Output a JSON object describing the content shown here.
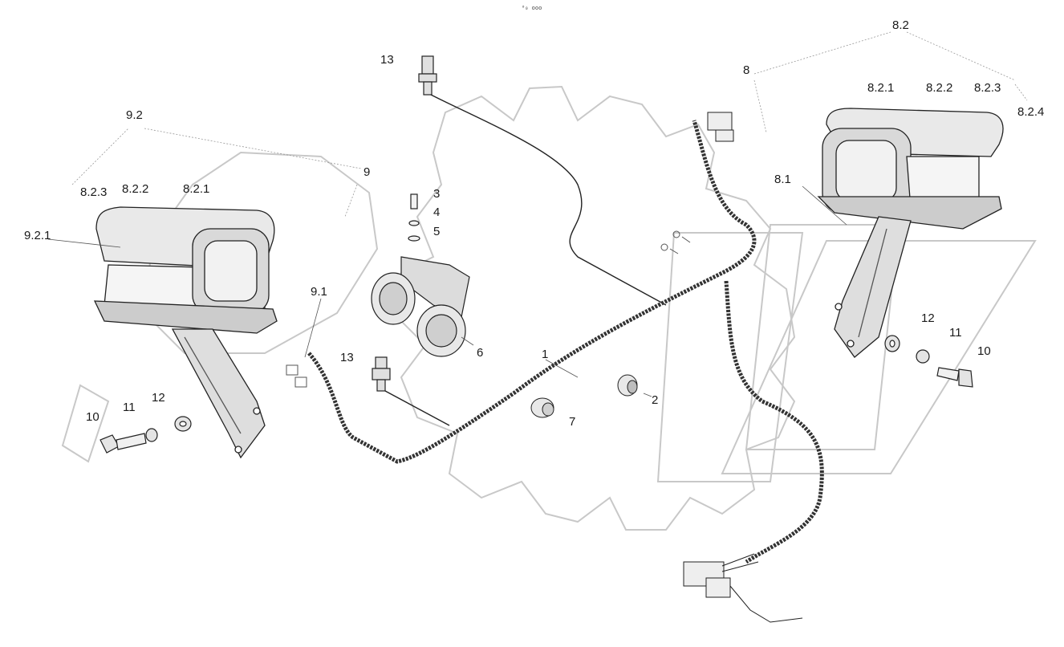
{
  "header": {
    "caption": "⁰₀ ooo"
  },
  "callouts": {
    "c_8_2_top": "8.2",
    "c_8": "8",
    "c_8_2_1_r": "8.2.1",
    "c_8_2_2_r": "8.2.2",
    "c_8_2_3_r": "8.2.3",
    "c_8_2_4": "8.2.4",
    "c_8_1": "8.1",
    "c_13_top": "13",
    "c_9_2": "9.2",
    "c_9": "9",
    "c_8_2_3_l": "8.2.3",
    "c_8_2_2_l": "8.2.2",
    "c_8_2_1_l": "8.2.1",
    "c_9_2_1": "9.2.1",
    "c_9_1": "9.1",
    "c_3": "3",
    "c_4": "4",
    "c_5": "5",
    "c_6": "6",
    "c_1": "1",
    "c_2": "2",
    "c_7": "7",
    "c_13_mid": "13",
    "c_10_l": "10",
    "c_11_l": "11",
    "c_12_l": "12",
    "c_12_r": "12",
    "c_11_r": "11",
    "c_10_r": "10"
  },
  "colors": {
    "line": "#222222",
    "watermark": "#c8c8c8",
    "label": "#1a1a1a",
    "shade": "#bdbdbd",
    "light": "#e6e6e6"
  }
}
